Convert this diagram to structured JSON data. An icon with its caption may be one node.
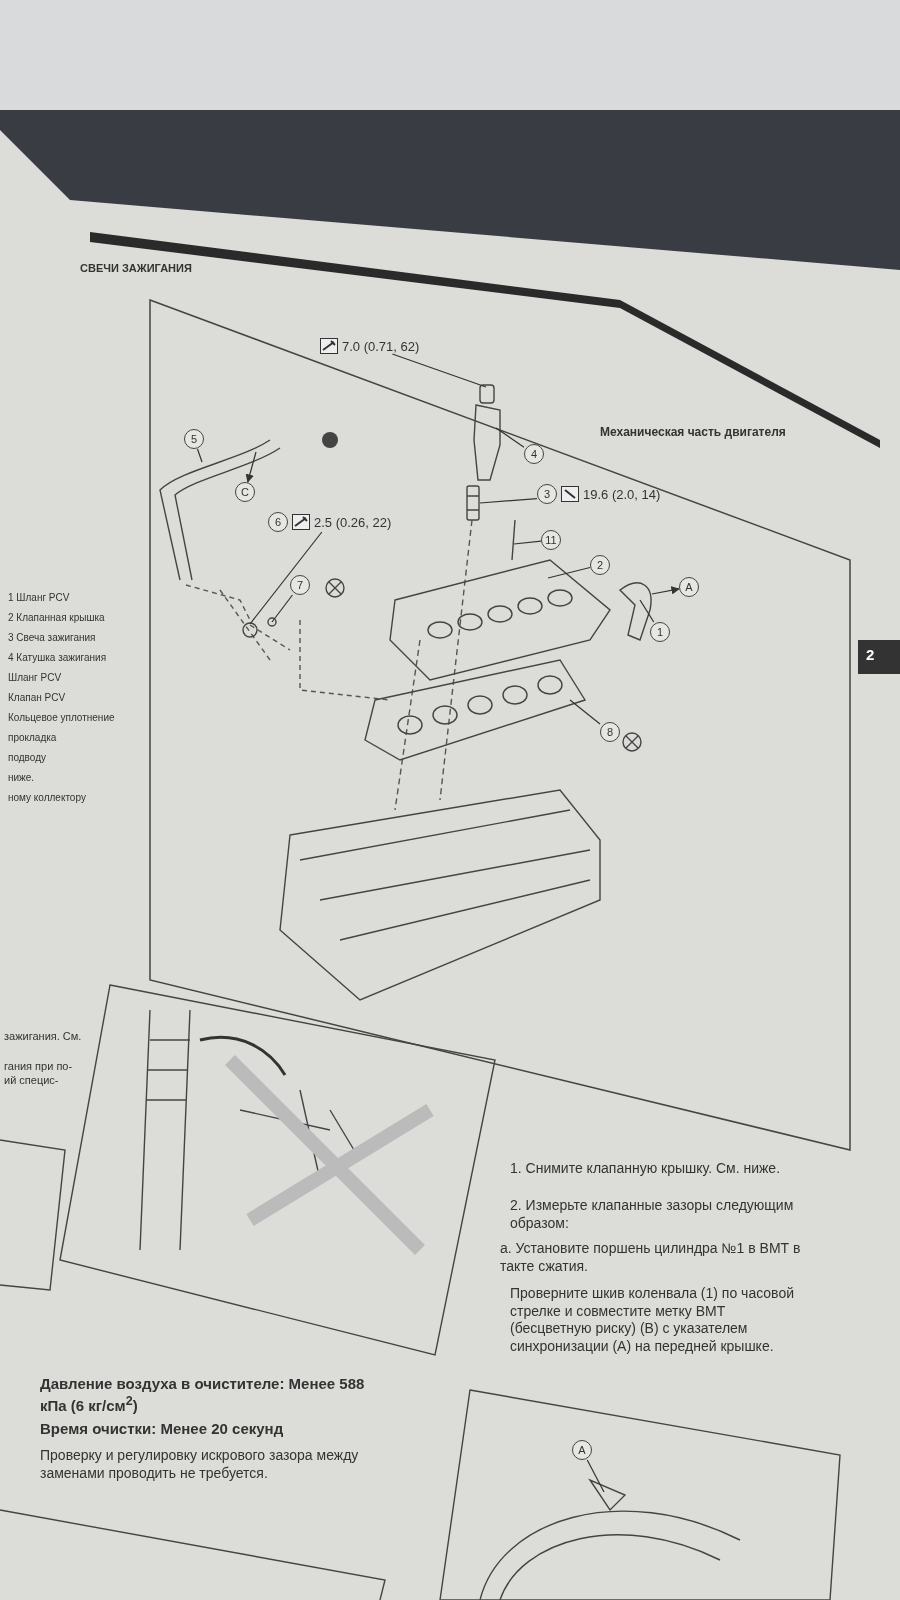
{
  "diagram": {
    "nodes": [
      {
        "text": [
          "7.0 (0.71, 62)"
        ]
      },
      {
        "text": [
          "4"
        ]
      },
      {
        "text": [
          "5"
        ]
      },
      {
        "text": [
          "C"
        ]
      },
      {
        "text": [
          "3"
        ],
        "beside": [
          "19.6 (2.0, 14)"
        ]
      },
      {
        "text": [
          "6"
        ],
        "beside": [
          "2.5 (0.26, 22)"
        ]
      },
      {
        "text": [
          "11"
        ]
      },
      {
        "text": [
          "2"
        ]
      },
      {
        "text": [
          "A"
        ]
      },
      {
        "text": [
          "1"
        ]
      },
      {
        "text": [
          "7"
        ]
      },
      {
        "text": [
          "8"
        ]
      },
      {
        "text": [
          "A"
        ]
      }
    ],
    "edges": [
      {
        "from": 0,
        "to": null,
        "arrow": "none"
      },
      {
        "from": 1,
        "to": null,
        "arrow": "none"
      },
      {
        "from": 2,
        "to": null,
        "arrow": "none"
      },
      {
        "from": null,
        "to": 3,
        "arrow": "to"
      },
      {
        "from": 4,
        "to": null,
        "arrow": "none"
      },
      {
        "from": 5,
        "to": null,
        "arrow": "none"
      },
      {
        "from": 6,
        "to": null,
        "arrow": "none"
      },
      {
        "from": 7,
        "to": null,
        "arrow": "none"
      },
      {
        "from": null,
        "to": 8,
        "arrow": "to"
      },
      {
        "from": 9,
        "to": null,
        "arrow": "none"
      },
      {
        "from": 10,
        "to": null,
        "arrow": "none"
      },
      {
        "from": 11,
        "to": null,
        "arrow": "none"
      },
      {
        "from": 12,
        "to": null,
        "arrow": "none"
      }
    ],
    "labels": [
      "СВЕЧИ ЗАЖИГАНИЯ",
      "Механическая часть двигателя",
      "2",
      "1 Шланг PCV",
      "2 Клапанная крышка",
      "3 Свеча зажигания",
      "4 Катушка зажигания",
      "Шланг PCV",
      "Клапан PCV",
      "Кольцевое уплотнение",
      "прокладка",
      "подводу",
      "ниже.",
      "ному коллектору",
      "зажигания. См.",
      "гания при по- ий специс-",
      "**Давление воздуха в очистителе: Менее 588 кПа (6 кг/см$^{2}$)**",
      "**Время очистки: Менее 20 секунд**",
      "Проверку и регулировку искрового зазора между заменами проводить не требуется.",
      "1. Снимите клапанную крышку. См. ниже.",
      "2. Измерьте клапанные зазоры следующим образом:",
      "a. Установите поршень цилиндра №1 в ВМТ в такте сжатия.",
      "Проверните шкив коленвала (1) по часовой стрелке и совместите метку ВМТ (бесцветную риску) (B) с указателем синхронизации (A) на передней крышке."
    ]
  }
}
